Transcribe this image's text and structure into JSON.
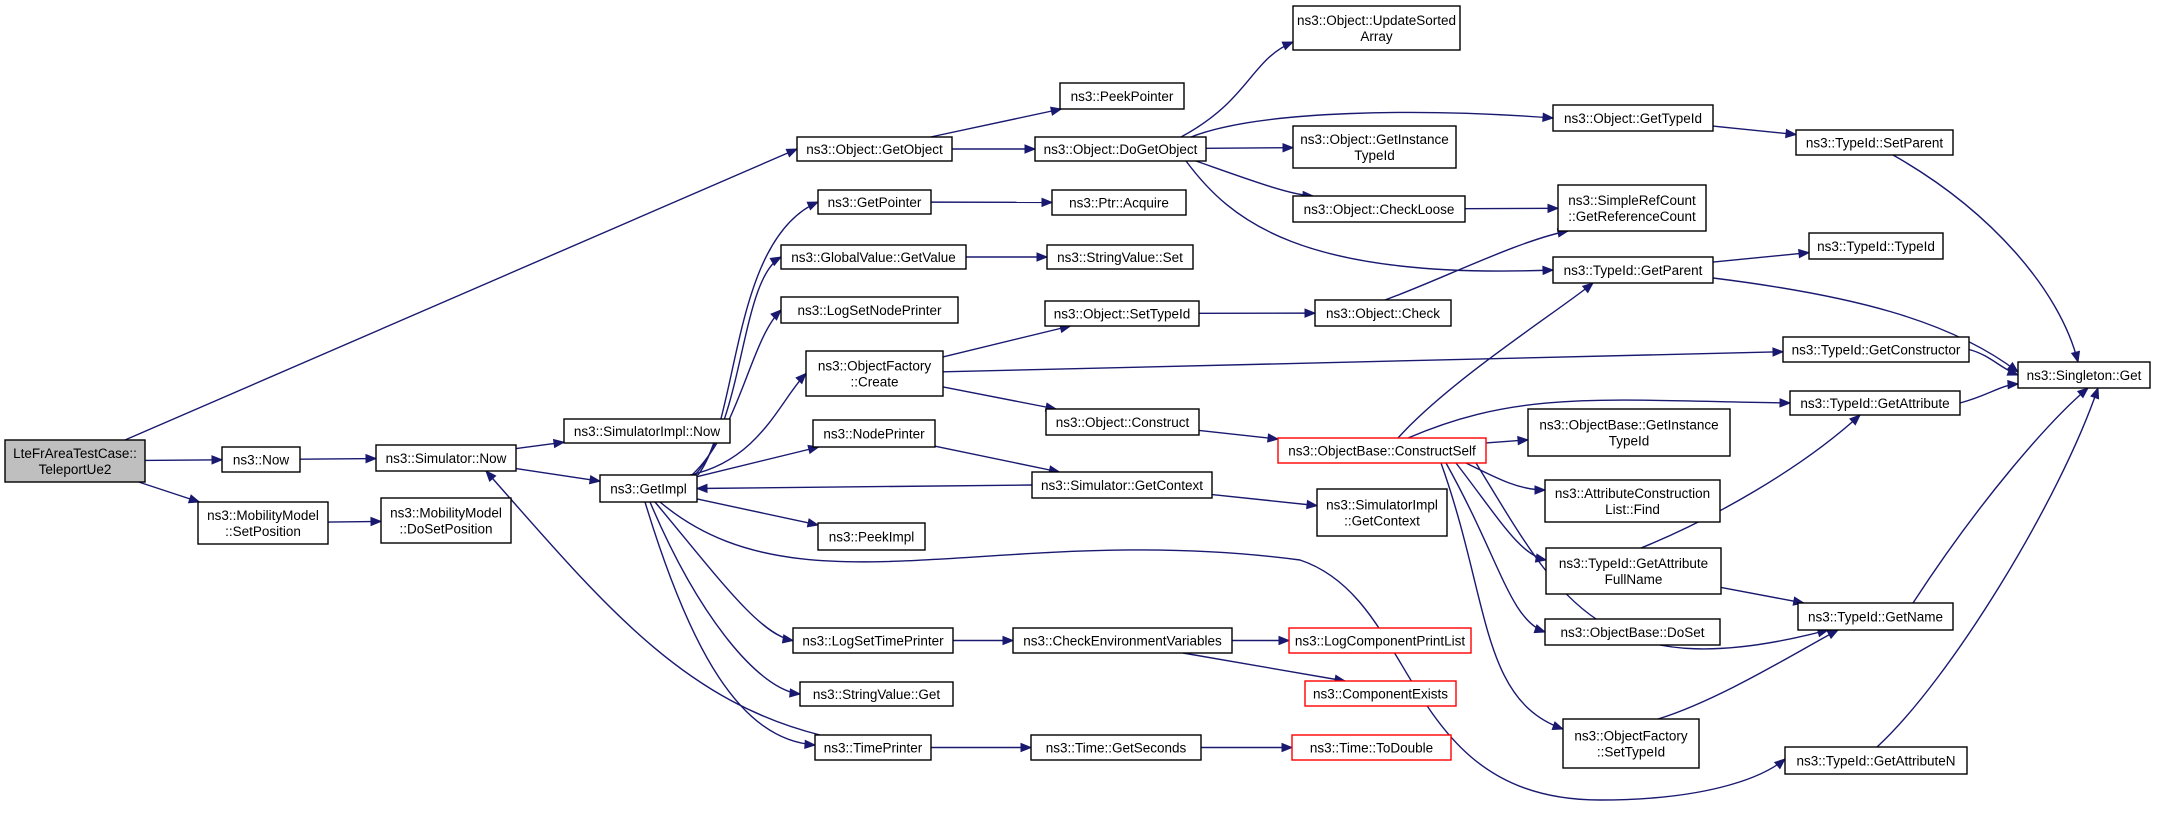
{
  "colors": {
    "edge": "#191970",
    "node_border": "#000000",
    "node_border_truncated": "#ff0000",
    "root_fill": "#bfbfbf",
    "node_fill": "#ffffff"
  },
  "nodes": [
    {
      "id": "root",
      "lines": [
        "LteFrAreaTestCase::",
        "TeleportUe2"
      ],
      "kind": "root"
    },
    {
      "id": "now",
      "lines": [
        "ns3::Now"
      ],
      "kind": "normal"
    },
    {
      "id": "mm_set",
      "lines": [
        "ns3::MobilityModel",
        "::SetPosition"
      ],
      "kind": "normal"
    },
    {
      "id": "mm_doset",
      "lines": [
        "ns3::MobilityModel",
        "::DoSetPosition"
      ],
      "kind": "normal"
    },
    {
      "id": "sim_now",
      "lines": [
        "ns3::Simulator::Now"
      ],
      "kind": "normal"
    },
    {
      "id": "simimpl_now",
      "lines": [
        "ns3::SimulatorImpl::Now"
      ],
      "kind": "normal"
    },
    {
      "id": "getimpl",
      "lines": [
        "ns3::GetImpl"
      ],
      "kind": "normal"
    },
    {
      "id": "obj_getobject",
      "lines": [
        "ns3::Object::GetObject"
      ],
      "kind": "normal"
    },
    {
      "id": "peekpointer",
      "lines": [
        "ns3::PeekPointer"
      ],
      "kind": "normal"
    },
    {
      "id": "obj_dogetobject",
      "lines": [
        "ns3::Object::DoGetObject"
      ],
      "kind": "normal"
    },
    {
      "id": "obj_updatesorted",
      "lines": [
        "ns3::Object::UpdateSorted",
        "Array"
      ],
      "kind": "normal"
    },
    {
      "id": "obj_getinstancetypeid",
      "lines": [
        "ns3::Object::GetInstance",
        "TypeId"
      ],
      "kind": "normal"
    },
    {
      "id": "obj_checkloose",
      "lines": [
        "ns3::Object::CheckLoose"
      ],
      "kind": "normal"
    },
    {
      "id": "obj_gettypeid",
      "lines": [
        "ns3::Object::GetTypeId"
      ],
      "kind": "normal"
    },
    {
      "id": "typeid_setparent",
      "lines": [
        "ns3::TypeId::SetParent"
      ],
      "kind": "normal"
    },
    {
      "id": "simplerefcount",
      "lines": [
        "ns3::SimpleRefCount",
        "::GetReferenceCount"
      ],
      "kind": "normal"
    },
    {
      "id": "typeid_getparent",
      "lines": [
        "ns3::TypeId::GetParent"
      ],
      "kind": "normal"
    },
    {
      "id": "typeid_typeid",
      "lines": [
        "ns3::TypeId::TypeId"
      ],
      "kind": "normal"
    },
    {
      "id": "singleton_get",
      "lines": [
        "ns3::Singleton::Get"
      ],
      "kind": "normal"
    },
    {
      "id": "getpointer",
      "lines": [
        "ns3::GetPointer"
      ],
      "kind": "normal"
    },
    {
      "id": "ptr_acquire",
      "lines": [
        "ns3::Ptr::Acquire"
      ],
      "kind": "normal"
    },
    {
      "id": "globalvalue_getvalue",
      "lines": [
        "ns3::GlobalValue::GetValue"
      ],
      "kind": "normal"
    },
    {
      "id": "stringvalue_set",
      "lines": [
        "ns3::StringValue::Set"
      ],
      "kind": "normal"
    },
    {
      "id": "logsetnodeprinter",
      "lines": [
        "ns3::LogSetNodePrinter"
      ],
      "kind": "normal"
    },
    {
      "id": "objfactory_create",
      "lines": [
        "ns3::ObjectFactory",
        "::Create"
      ],
      "kind": "normal"
    },
    {
      "id": "obj_settypeid",
      "lines": [
        "ns3::Object::SetTypeId"
      ],
      "kind": "normal"
    },
    {
      "id": "obj_check",
      "lines": [
        "ns3::Object::Check"
      ],
      "kind": "normal"
    },
    {
      "id": "typeid_getconstructor",
      "lines": [
        "ns3::TypeId::GetConstructor"
      ],
      "kind": "normal"
    },
    {
      "id": "obj_construct",
      "lines": [
        "ns3::Object::Construct"
      ],
      "kind": "normal"
    },
    {
      "id": "objbase_constructself",
      "lines": [
        "ns3::ObjectBase::ConstructSelf"
      ],
      "kind": "truncated"
    },
    {
      "id": "typeid_getattribute",
      "lines": [
        "ns3::TypeId::GetAttribute"
      ],
      "kind": "normal"
    },
    {
      "id": "objbase_getinstancetypeid",
      "lines": [
        "ns3::ObjectBase::GetInstance",
        "TypeId"
      ],
      "kind": "normal"
    },
    {
      "id": "attrconstruction_find",
      "lines": [
        "ns3::AttributeConstruction",
        "List::Find"
      ],
      "kind": "normal"
    },
    {
      "id": "nodeprinter",
      "lines": [
        "ns3::NodePrinter"
      ],
      "kind": "normal"
    },
    {
      "id": "sim_getcontext",
      "lines": [
        "ns3::Simulator::GetContext"
      ],
      "kind": "normal"
    },
    {
      "id": "simimpl_getcontext",
      "lines": [
        "ns3::SimulatorImpl",
        "::GetContext"
      ],
      "kind": "normal"
    },
    {
      "id": "peekimpl",
      "lines": [
        "ns3::PeekImpl"
      ],
      "kind": "normal"
    },
    {
      "id": "typeid_getattributefullname",
      "lines": [
        "ns3::TypeId::GetAttribute",
        "FullName"
      ],
      "kind": "normal"
    },
    {
      "id": "typeid_getname",
      "lines": [
        "ns3::TypeId::GetName"
      ],
      "kind": "normal"
    },
    {
      "id": "objbase_doset",
      "lines": [
        "ns3::ObjectBase::DoSet"
      ],
      "kind": "normal"
    },
    {
      "id": "logsettimeprinter",
      "lines": [
        "ns3::LogSetTimePrinter"
      ],
      "kind": "normal"
    },
    {
      "id": "checkenv",
      "lines": [
        "ns3::CheckEnvironmentVariables"
      ],
      "kind": "normal"
    },
    {
      "id": "logcomponentprintlist",
      "lines": [
        "ns3::LogComponentPrintList"
      ],
      "kind": "truncated"
    },
    {
      "id": "componentexists",
      "lines": [
        "ns3::ComponentExists"
      ],
      "kind": "truncated"
    },
    {
      "id": "stringvalue_get",
      "lines": [
        "ns3::StringValue::Get"
      ],
      "kind": "normal"
    },
    {
      "id": "objfactory_settypeid",
      "lines": [
        "ns3::ObjectFactory",
        "::SetTypeId"
      ],
      "kind": "normal"
    },
    {
      "id": "typeid_getattributen",
      "lines": [
        "ns3::TypeId::GetAttributeN"
      ],
      "kind": "normal"
    },
    {
      "id": "timeprinter",
      "lines": [
        "ns3::TimePrinter"
      ],
      "kind": "normal"
    },
    {
      "id": "time_getseconds",
      "lines": [
        "ns3::Time::GetSeconds"
      ],
      "kind": "normal"
    },
    {
      "id": "time_todouble",
      "lines": [
        "ns3::Time::ToDouble"
      ],
      "kind": "truncated"
    }
  ],
  "edges": [
    {
      "from": "root",
      "to": "obj_getobject"
    },
    {
      "from": "root",
      "to": "now"
    },
    {
      "from": "root",
      "to": "mm_set"
    },
    {
      "from": "now",
      "to": "sim_now"
    },
    {
      "from": "mm_set",
      "to": "mm_doset"
    },
    {
      "from": "sim_now",
      "to": "simimpl_now"
    },
    {
      "from": "sim_now",
      "to": "getimpl"
    },
    {
      "from": "obj_getobject",
      "to": "peekpointer"
    },
    {
      "from": "obj_getobject",
      "to": "obj_dogetobject"
    },
    {
      "from": "obj_dogetobject",
      "to": "obj_updatesorted"
    },
    {
      "from": "obj_dogetobject",
      "to": "obj_gettypeid"
    },
    {
      "from": "obj_dogetobject",
      "to": "obj_getinstancetypeid"
    },
    {
      "from": "obj_dogetobject",
      "to": "obj_checkloose"
    },
    {
      "from": "obj_dogetobject",
      "to": "typeid_getparent"
    },
    {
      "from": "obj_gettypeid",
      "to": "typeid_setparent"
    },
    {
      "from": "typeid_setparent",
      "to": "singleton_get"
    },
    {
      "from": "obj_checkloose",
      "to": "simplerefcount"
    },
    {
      "from": "typeid_getparent",
      "to": "typeid_typeid"
    },
    {
      "from": "typeid_getparent",
      "to": "singleton_get"
    },
    {
      "from": "getimpl",
      "to": "getpointer"
    },
    {
      "from": "getimpl",
      "to": "globalvalue_getvalue"
    },
    {
      "from": "getimpl",
      "to": "logsetnodeprinter"
    },
    {
      "from": "getimpl",
      "to": "objfactory_create"
    },
    {
      "from": "getimpl",
      "to": "nodeprinter"
    },
    {
      "from": "getimpl",
      "to": "peekimpl"
    },
    {
      "from": "getimpl",
      "to": "logsettimeprinter"
    },
    {
      "from": "getimpl",
      "to": "stringvalue_get"
    },
    {
      "from": "getimpl",
      "to": "timeprinter"
    },
    {
      "from": "getimpl",
      "to": "typeid_getattributen"
    },
    {
      "from": "getpointer",
      "to": "ptr_acquire"
    },
    {
      "from": "globalvalue_getvalue",
      "to": "stringvalue_set"
    },
    {
      "from": "objfactory_create",
      "to": "obj_settypeid"
    },
    {
      "from": "objfactory_create",
      "to": "typeid_getconstructor"
    },
    {
      "from": "objfactory_create",
      "to": "obj_construct"
    },
    {
      "from": "obj_settypeid",
      "to": "obj_check"
    },
    {
      "from": "obj_check",
      "to": "simplerefcount"
    },
    {
      "from": "typeid_getconstructor",
      "to": "singleton_get"
    },
    {
      "from": "obj_construct",
      "to": "objbase_constructself"
    },
    {
      "from": "objbase_constructself",
      "to": "typeid_getparent"
    },
    {
      "from": "objbase_constructself",
      "to": "typeid_getattribute"
    },
    {
      "from": "objbase_constructself",
      "to": "objbase_getinstancetypeid"
    },
    {
      "from": "objbase_constructself",
      "to": "attrconstruction_find"
    },
    {
      "from": "objbase_constructself",
      "to": "typeid_getattributefullname"
    },
    {
      "from": "objbase_constructself",
      "to": "objbase_doset"
    },
    {
      "from": "objbase_constructself",
      "to": "typeid_getname"
    },
    {
      "from": "objbase_constructself",
      "to": "objfactory_settypeid"
    },
    {
      "from": "typeid_getattribute",
      "to": "singleton_get"
    },
    {
      "from": "typeid_getattributefullname",
      "to": "typeid_getattribute"
    },
    {
      "from": "typeid_getattributefullname",
      "to": "typeid_getname"
    },
    {
      "from": "typeid_getname",
      "to": "singleton_get"
    },
    {
      "from": "objfactory_settypeid",
      "to": "typeid_getname"
    },
    {
      "from": "typeid_getattributen",
      "to": "singleton_get"
    },
    {
      "from": "nodeprinter",
      "to": "sim_getcontext"
    },
    {
      "from": "sim_getcontext",
      "to": "getimpl"
    },
    {
      "from": "sim_getcontext",
      "to": "simimpl_getcontext"
    },
    {
      "from": "logsettimeprinter",
      "to": "checkenv"
    },
    {
      "from": "checkenv",
      "to": "logcomponentprintlist"
    },
    {
      "from": "checkenv",
      "to": "componentexists"
    },
    {
      "from": "timeprinter",
      "to": "time_getseconds"
    },
    {
      "from": "timeprinter",
      "to": "sim_now"
    },
    {
      "from": "time_getseconds",
      "to": "time_todouble"
    }
  ]
}
